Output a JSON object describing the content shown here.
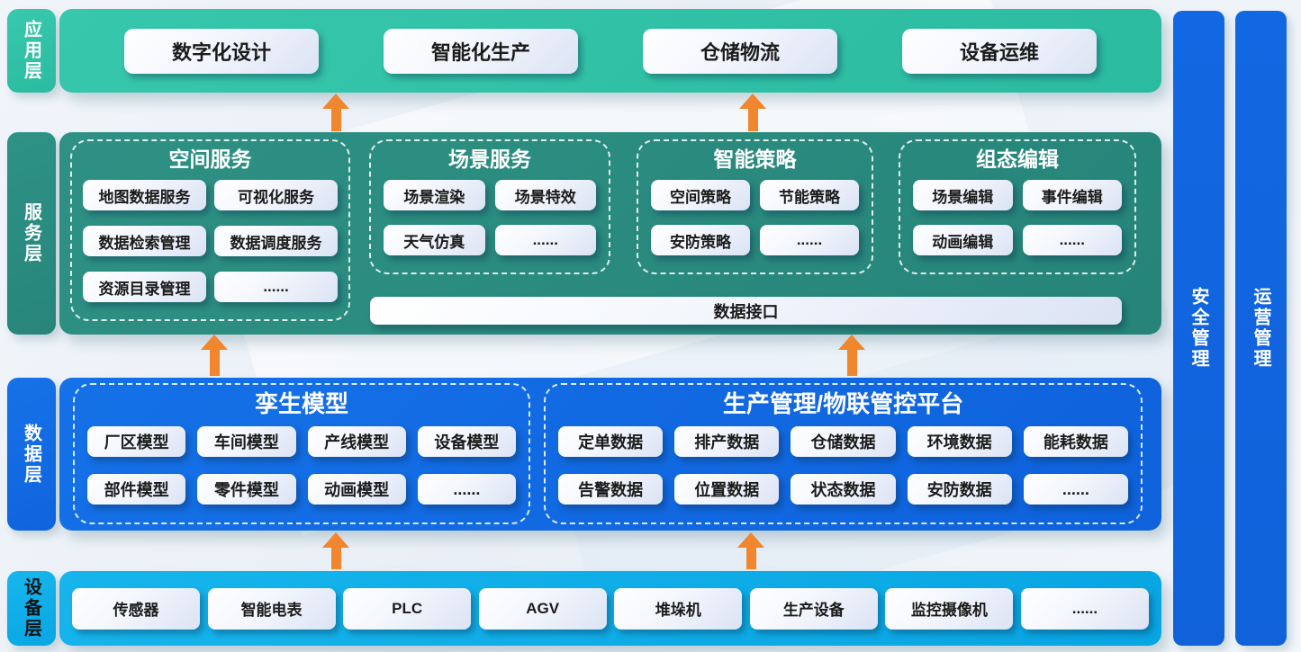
{
  "colors": {
    "app_layer": "#2fc0a6",
    "service_layer": "#2a8b7e",
    "data_layer": "#126ae3",
    "device_layer": "#0cace8",
    "side_bar": "#1165e0",
    "arrow": "#f0862d",
    "chip_text": "#1b1b1b",
    "chip_bg": "#ffffff"
  },
  "layers": [
    {
      "id": "app",
      "label": "应用层",
      "items": [
        "数字化设计",
        "智能化生产",
        "仓储物流",
        "设备运维"
      ]
    },
    {
      "id": "service",
      "label": "服务层",
      "groups": [
        {
          "title": "空间服务",
          "items": [
            "地图数据服务",
            "可视化服务",
            "数据检索管理",
            "数据调度服务",
            "资源目录管理",
            "......"
          ]
        },
        {
          "title": "场景服务",
          "items": [
            "场景渲染",
            "场景特效",
            "天气仿真",
            "......"
          ]
        },
        {
          "title": "智能策略",
          "items": [
            "空间策略",
            "节能策略",
            "安防策略",
            "......"
          ]
        },
        {
          "title": "组态编辑",
          "items": [
            "场景编辑",
            "事件编辑",
            "动画编辑",
            "......"
          ]
        }
      ],
      "data_interface": "数据接口"
    },
    {
      "id": "data",
      "label": "数据层",
      "groups": [
        {
          "title": "孪生模型",
          "items": [
            "厂区模型",
            "车间模型",
            "产线模型",
            "设备模型",
            "部件模型",
            "零件模型",
            "动画模型",
            "......"
          ]
        },
        {
          "title": "生产管理/物联管控平台",
          "items": [
            "定单数据",
            "排产数据",
            "仓储数据",
            "环境数据",
            "能耗数据",
            "告警数据",
            "位置数据",
            "状态数据",
            "安防数据",
            "......"
          ]
        }
      ]
    },
    {
      "id": "device",
      "label": "设备层",
      "items": [
        "传感器",
        "智能电表",
        "PLC",
        "AGV",
        "堆垛机",
        "生产设备",
        "监控摄像机",
        "......"
      ]
    }
  ],
  "side_bars": [
    {
      "label": "安全管理"
    },
    {
      "label": "运营管理"
    }
  ]
}
